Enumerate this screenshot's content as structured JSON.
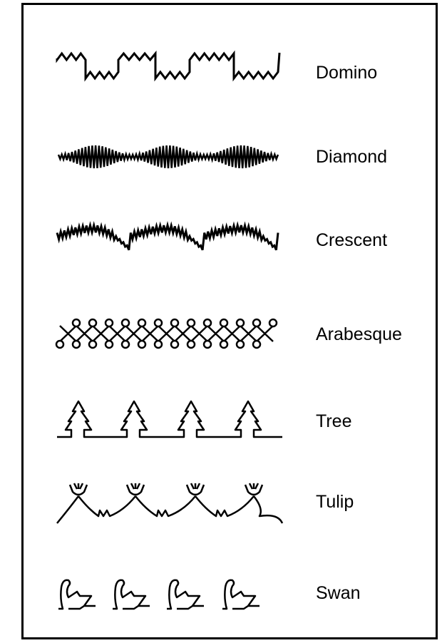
{
  "stitch_chart": {
    "patterns": [
      {
        "id": "domino",
        "label": "Domino"
      },
      {
        "id": "diamond",
        "label": "Diamond"
      },
      {
        "id": "crescent",
        "label": "Crescent"
      },
      {
        "id": "arabesque",
        "label": "Arabesque"
      },
      {
        "id": "tree",
        "label": "Tree"
      },
      {
        "id": "tulip",
        "label": "Tulip"
      },
      {
        "id": "swan",
        "label": "Swan"
      }
    ],
    "line_color": "#000000"
  }
}
